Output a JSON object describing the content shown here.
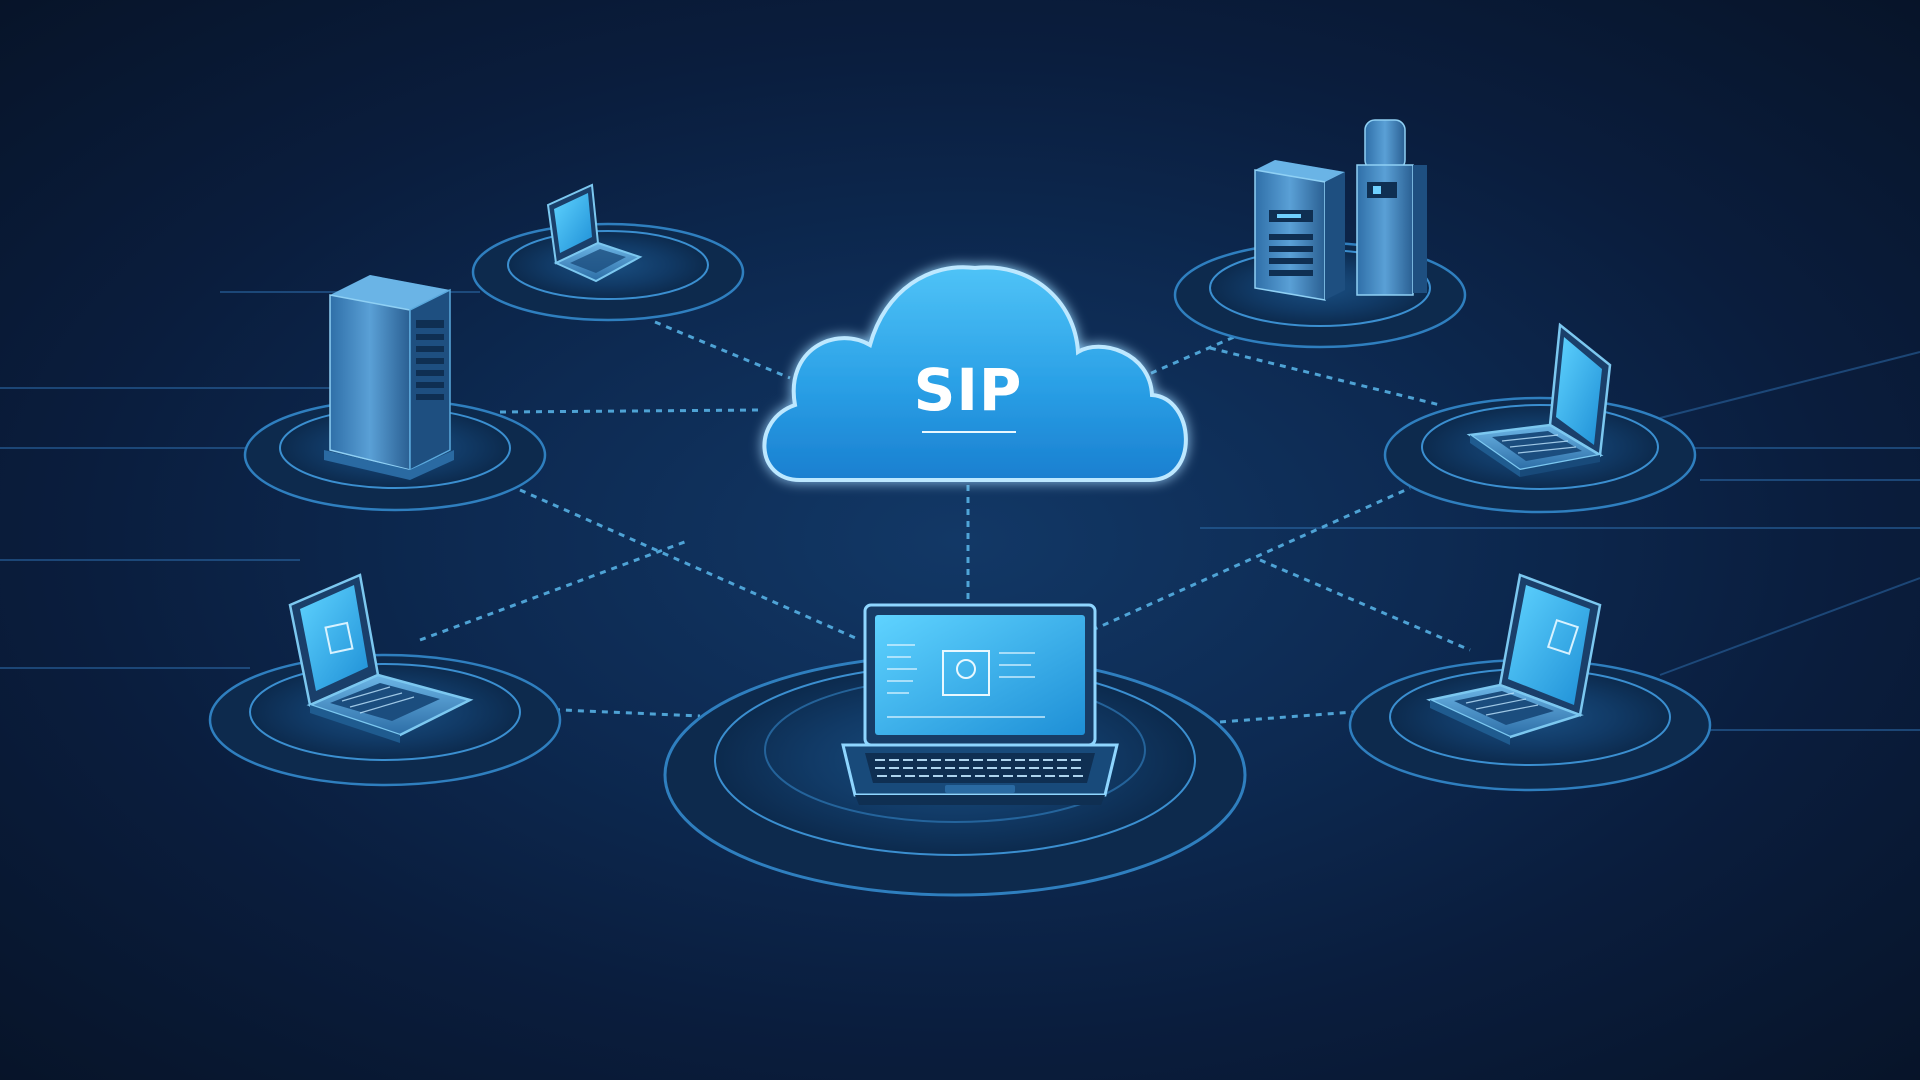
{
  "cloud": {
    "label": "SIP",
    "icon": "cloud-icon"
  },
  "nodes": [
    {
      "name": "laptop-top-left",
      "icon": "laptop-icon"
    },
    {
      "name": "server-left",
      "icon": "server-tower-icon"
    },
    {
      "name": "laptop-bottom-left",
      "icon": "laptop-icon"
    },
    {
      "name": "laptop-center",
      "icon": "laptop-icon"
    },
    {
      "name": "servers-top-right",
      "icon": "server-pair-icon"
    },
    {
      "name": "laptop-right",
      "icon": "laptop-icon"
    },
    {
      "name": "laptop-bottom-right",
      "icon": "laptop-icon"
    }
  ],
  "colors": {
    "background": "#0a1d3d",
    "accent": "#2fa8e8",
    "link": "#5ab8ec",
    "platform": "#103357"
  }
}
